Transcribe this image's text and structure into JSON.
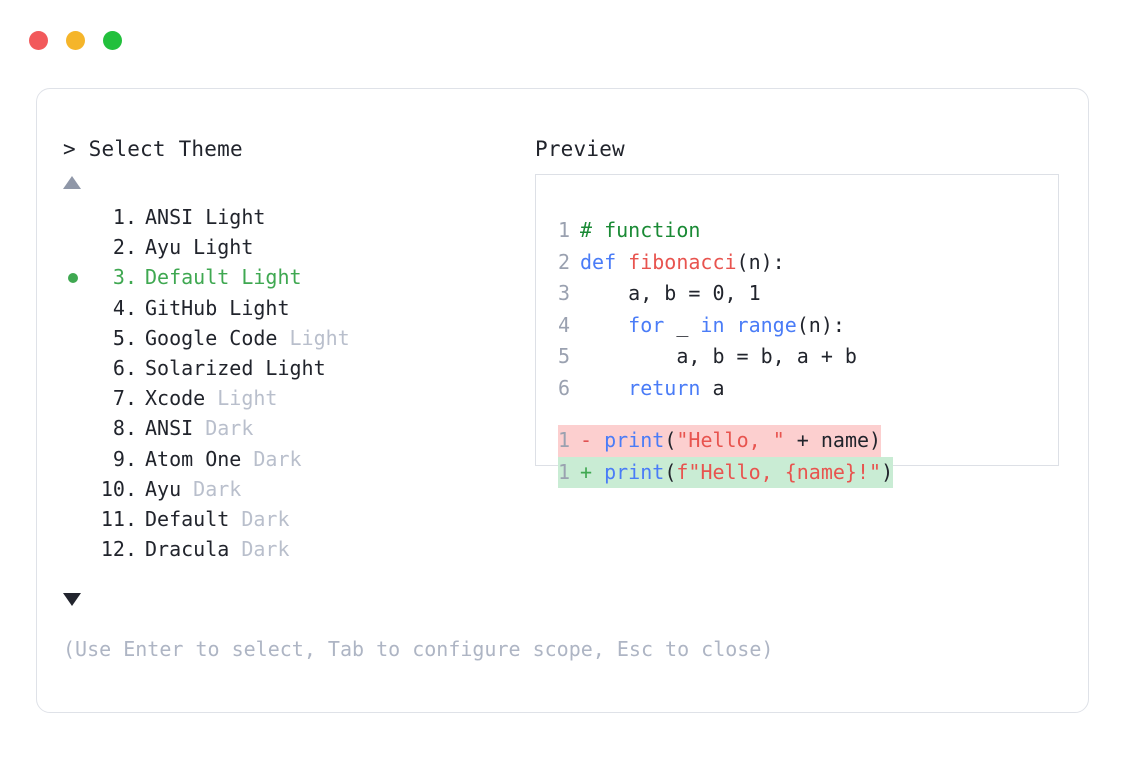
{
  "window": {
    "dots": [
      {
        "name": "close",
        "color": "#f2595b"
      },
      {
        "name": "minimize",
        "color": "#f5b52a"
      },
      {
        "name": "maximize",
        "color": "#22c03c"
      }
    ]
  },
  "prompt": {
    "heading": "> Select Theme",
    "preview_heading": "Preview",
    "scroll_up_indicator": "▲",
    "scroll_down_indicator": "▼",
    "selected_index": 3,
    "hint": "(Use Enter to select, Tab to configure scope, Esc to close)"
  },
  "themes": [
    {
      "index": "1.",
      "name": "ANSI",
      "variant": "Light",
      "variant_muted": false,
      "selected": false
    },
    {
      "index": "2.",
      "name": "Ayu",
      "variant": "Light",
      "variant_muted": false,
      "selected": false
    },
    {
      "index": "3.",
      "name": "Default",
      "variant": "Light",
      "variant_muted": false,
      "selected": true
    },
    {
      "index": "4.",
      "name": "GitHub",
      "variant": "Light",
      "variant_muted": false,
      "selected": false
    },
    {
      "index": "5.",
      "name": "Google Code",
      "variant": "Light",
      "variant_muted": true,
      "selected": false
    },
    {
      "index": "6.",
      "name": "Solarized",
      "variant": "Light",
      "variant_muted": false,
      "selected": false
    },
    {
      "index": "7.",
      "name": "Xcode",
      "variant": "Light",
      "variant_muted": true,
      "selected": false
    },
    {
      "index": "8.",
      "name": "ANSI",
      "variant": "Dark",
      "variant_muted": true,
      "selected": false
    },
    {
      "index": "9.",
      "name": "Atom One",
      "variant": "Dark",
      "variant_muted": true,
      "selected": false
    },
    {
      "index": "10.",
      "name": "Ayu",
      "variant": "Dark",
      "variant_muted": true,
      "selected": false
    },
    {
      "index": "11.",
      "name": "Default",
      "variant": "Dark",
      "variant_muted": true,
      "selected": false
    },
    {
      "index": "12.",
      "name": "Dracula",
      "variant": "Dark",
      "variant_muted": true,
      "selected": false
    }
  ],
  "code": {
    "lines": [
      {
        "num": "1",
        "tokens": [
          {
            "t": "# function",
            "c": "comment"
          }
        ]
      },
      {
        "num": "2",
        "tokens": [
          {
            "t": "def ",
            "c": "keyword"
          },
          {
            "t": "fibonacci",
            "c": "func"
          },
          {
            "t": "(n):",
            "c": "plain"
          }
        ]
      },
      {
        "num": "3",
        "tokens": [
          {
            "t": "    a, b = 0, 1",
            "c": "plain"
          }
        ]
      },
      {
        "num": "4",
        "tokens": [
          {
            "t": "    ",
            "c": "plain"
          },
          {
            "t": "for",
            "c": "keyword"
          },
          {
            "t": " _ ",
            "c": "plain"
          },
          {
            "t": "in range",
            "c": "keyword"
          },
          {
            "t": "(n):",
            "c": "plain"
          }
        ]
      },
      {
        "num": "5",
        "tokens": [
          {
            "t": "        a, b = b, a + b",
            "c": "plain"
          }
        ]
      },
      {
        "num": "6",
        "tokens": [
          {
            "t": "    ",
            "c": "plain"
          },
          {
            "t": "return",
            "c": "keyword"
          },
          {
            "t": " a",
            "c": "plain"
          }
        ]
      }
    ],
    "diff": [
      {
        "num": "1",
        "mark": "-",
        "kind": "del",
        "tokens": [
          {
            "t": "print",
            "c": "keyword"
          },
          {
            "t": "(",
            "c": "plain"
          },
          {
            "t": "\"Hello, \"",
            "c": "string"
          },
          {
            "t": " + name)",
            "c": "plain"
          }
        ]
      },
      {
        "num": "1",
        "mark": "+",
        "kind": "add",
        "tokens": [
          {
            "t": "print",
            "c": "keyword"
          },
          {
            "t": "(",
            "c": "plain"
          },
          {
            "t": "f\"Hello, {name}!\"",
            "c": "string"
          },
          {
            "t": ")",
            "c": "plain"
          }
        ]
      }
    ]
  },
  "colors": {
    "accent_green": "#3fa851",
    "muted_text": "#b9bfcc",
    "hint_text": "#aeb5c4",
    "diff_del_bg": "#fccfcf",
    "diff_add_bg": "#c9ecd4"
  }
}
